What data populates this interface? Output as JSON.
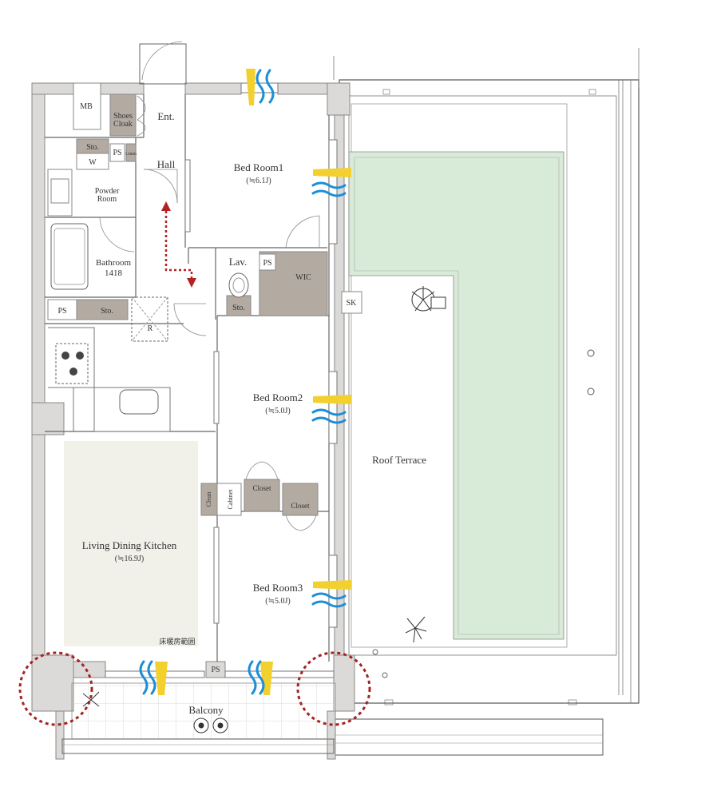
{
  "rooms": {
    "mb": "MB",
    "shoes_cloak_line1": "Shoes",
    "shoes_cloak_line2": "Cloak",
    "ent": "Ent.",
    "sto_upper": "Sto.",
    "w": "W",
    "ps_upper": "PS",
    "linen": "Linen",
    "hall": "Hall",
    "powder_room_line1": "Powder",
    "powder_room_line2": "Room",
    "bathroom": "Bathroom",
    "bathroom_size": "1418",
    "lav": "Lav.",
    "ps_lav": "PS",
    "wic": "WIC",
    "sto_toilet": "Sto.",
    "ps_kitchen": "PS",
    "sto_kitchen": "Sto.",
    "r": "R",
    "sk": "SK",
    "bed1": "Bed Room1",
    "bed1_size": "(≒6.1J)",
    "bed2": "Bed Room2",
    "bed2_size": "(≒5.0J)",
    "bed3": "Bed Room3",
    "bed3_size": "(≒5.0J)",
    "clean_cabinet_line1": "Clean",
    "clean_cabinet_line2": "Cabinet",
    "closet_upper": "Closet",
    "closet_lower": "Closet",
    "ldk": "Living Dining Kitchen",
    "ldk_size": "(≒16.9J)",
    "floor_heating": "床暖房範囲",
    "roof_terrace": "Roof Terrace",
    "balcony": "Balcony",
    "ps_balcony": "PS"
  },
  "colors": {
    "wall": "#dcdad8",
    "wall_stroke": "#8a8886",
    "storage": "#b3aaa2",
    "terrace_green": "#d8ead8",
    "floor_heating": "#f1f1ea",
    "light_arrow": "#f2d12e",
    "wind_arrow": "#1a8ed8",
    "path_red": "#b22222"
  },
  "icons": [
    "sun-light-icon",
    "wind-icon",
    "plant-icon",
    "flower-icon",
    "stove-icon",
    "door-swing-icon"
  ]
}
